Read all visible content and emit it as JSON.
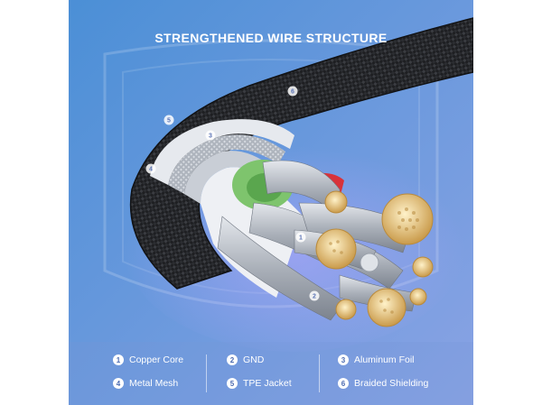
{
  "headline": "STRENGTHENED WIRE STRUCTURE",
  "legend": [
    {
      "num": "1",
      "label": "Copper Core"
    },
    {
      "num": "2",
      "label": "GND"
    },
    {
      "num": "3",
      "label": "Aluminum Foil"
    },
    {
      "num": "4",
      "label": "Metal Mesh"
    },
    {
      "num": "5",
      "label": "TPE Jacket"
    },
    {
      "num": "6",
      "label": "Braided Shielding"
    }
  ],
  "callouts": [
    "1",
    "2",
    "3",
    "4",
    "5",
    "6"
  ],
  "colors": {
    "bg_top": "#4b8fd6",
    "bg_bottom": "#8aa3e4",
    "braid": "#1e1f22",
    "tpe_jacket": "#e6e9ee",
    "foil": "#c9ced6",
    "green_core": "#7ec46d",
    "red_core": "#d8333a",
    "copper": "#e9c98a",
    "strand_silver": "#b9bec6"
  }
}
